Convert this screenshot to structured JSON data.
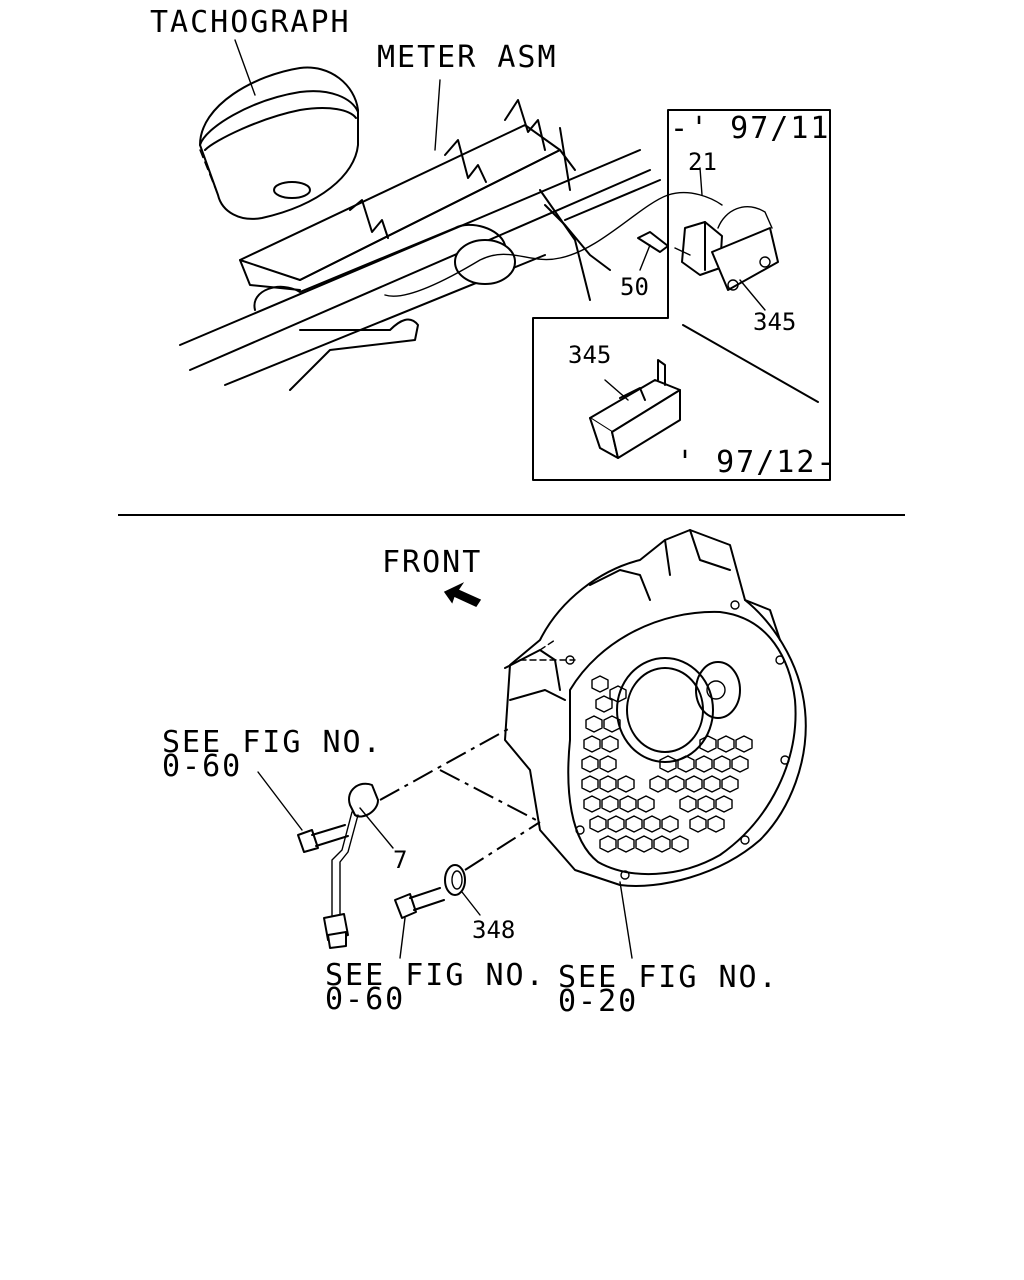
{
  "upper": {
    "tachograph": "TACHOGRAPH",
    "meter_asm": "METER ASM",
    "inset_early": {
      "date": "-' 97/11",
      "part_21": "21",
      "part_50": "50",
      "part_345": "345"
    },
    "inset_late": {
      "part_345": "345",
      "date": "' 97/12-"
    }
  },
  "lower": {
    "front": "FRONT",
    "ref_left_1": "SEE FIG NO.",
    "ref_left_2": "0-60",
    "part_7": "7",
    "part_348": "348",
    "ref_bottom_left_1": "SEE FIG NO.",
    "ref_bottom_left_2": "0-60",
    "ref_bottom_right_1": "SEE FIG NO.",
    "ref_bottom_right_2": "0-20"
  }
}
